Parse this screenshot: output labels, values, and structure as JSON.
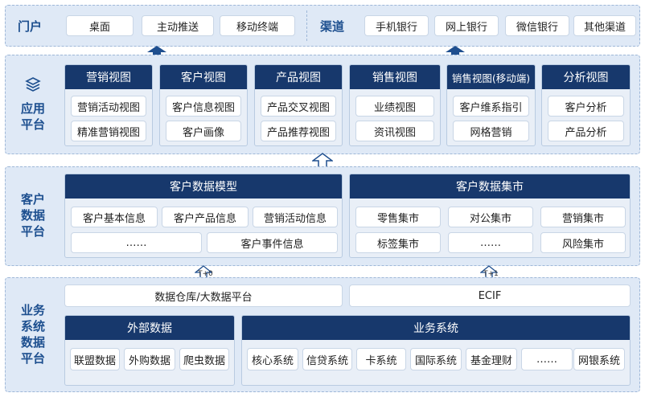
{
  "portal": {
    "title": "门户",
    "items": [
      "桌面",
      "主动推送",
      "移动终端"
    ]
  },
  "channel": {
    "title": "渠道",
    "items": [
      "手机银行",
      "网上银行",
      "微信银行",
      "其他渠道"
    ]
  },
  "app_platform": {
    "title_line1": "应用",
    "title_line2": "平台",
    "icon": "layers-icon",
    "views": [
      {
        "title": "营销视图",
        "items": [
          "营销活动视图",
          "精准营销视图"
        ]
      },
      {
        "title": "客户视图",
        "items": [
          "客户信息视图",
          "客户画像"
        ]
      },
      {
        "title": "产品视图",
        "items": [
          "产品交叉视图",
          "产品推荐视图"
        ]
      },
      {
        "title": "销售视图",
        "items": [
          "业绩视图",
          "资讯视图"
        ]
      },
      {
        "title": "销售视图(移动端)",
        "items": [
          "客户维系指引",
          "网格营销"
        ]
      },
      {
        "title": "分析视图",
        "items": [
          "客户分析",
          "产品分析"
        ]
      }
    ]
  },
  "customer_data": {
    "title_line1": "客户",
    "title_line2": "数据",
    "title_line3": "平台",
    "model": {
      "title": "客户数据模型",
      "items": [
        "客户基本信息",
        "客户产品信息",
        "营销活动信息",
        "……",
        "客户事件信息"
      ]
    },
    "mart": {
      "title": "客户数据集市",
      "items": [
        "零售集市",
        "对公集市",
        "营销集市",
        "标签集市",
        "……",
        "风险集市"
      ]
    }
  },
  "business": {
    "title_line1": "业务",
    "title_line2": "系统",
    "title_line3": "数据",
    "title_line4": "平台",
    "warehouse": "数据仓库/大数据平台",
    "ecif": "ECIF",
    "external": {
      "title": "外部数据",
      "items": [
        "联盟数据",
        "外购数据",
        "爬虫数据"
      ]
    },
    "systems": {
      "title": "业务系统",
      "items": [
        "核心系统",
        "信贷系统",
        "卡系统",
        "国际系统",
        "基金理财",
        "……",
        "网银系统"
      ]
    }
  },
  "arrow_labels": {
    "t0": "T+0",
    "t1": "T+1"
  },
  "colors": {
    "header": "#17386c",
    "layer_bg": "#dfe9f6",
    "title": "#1d4f8f",
    "arrow": "#1f4f8f"
  }
}
